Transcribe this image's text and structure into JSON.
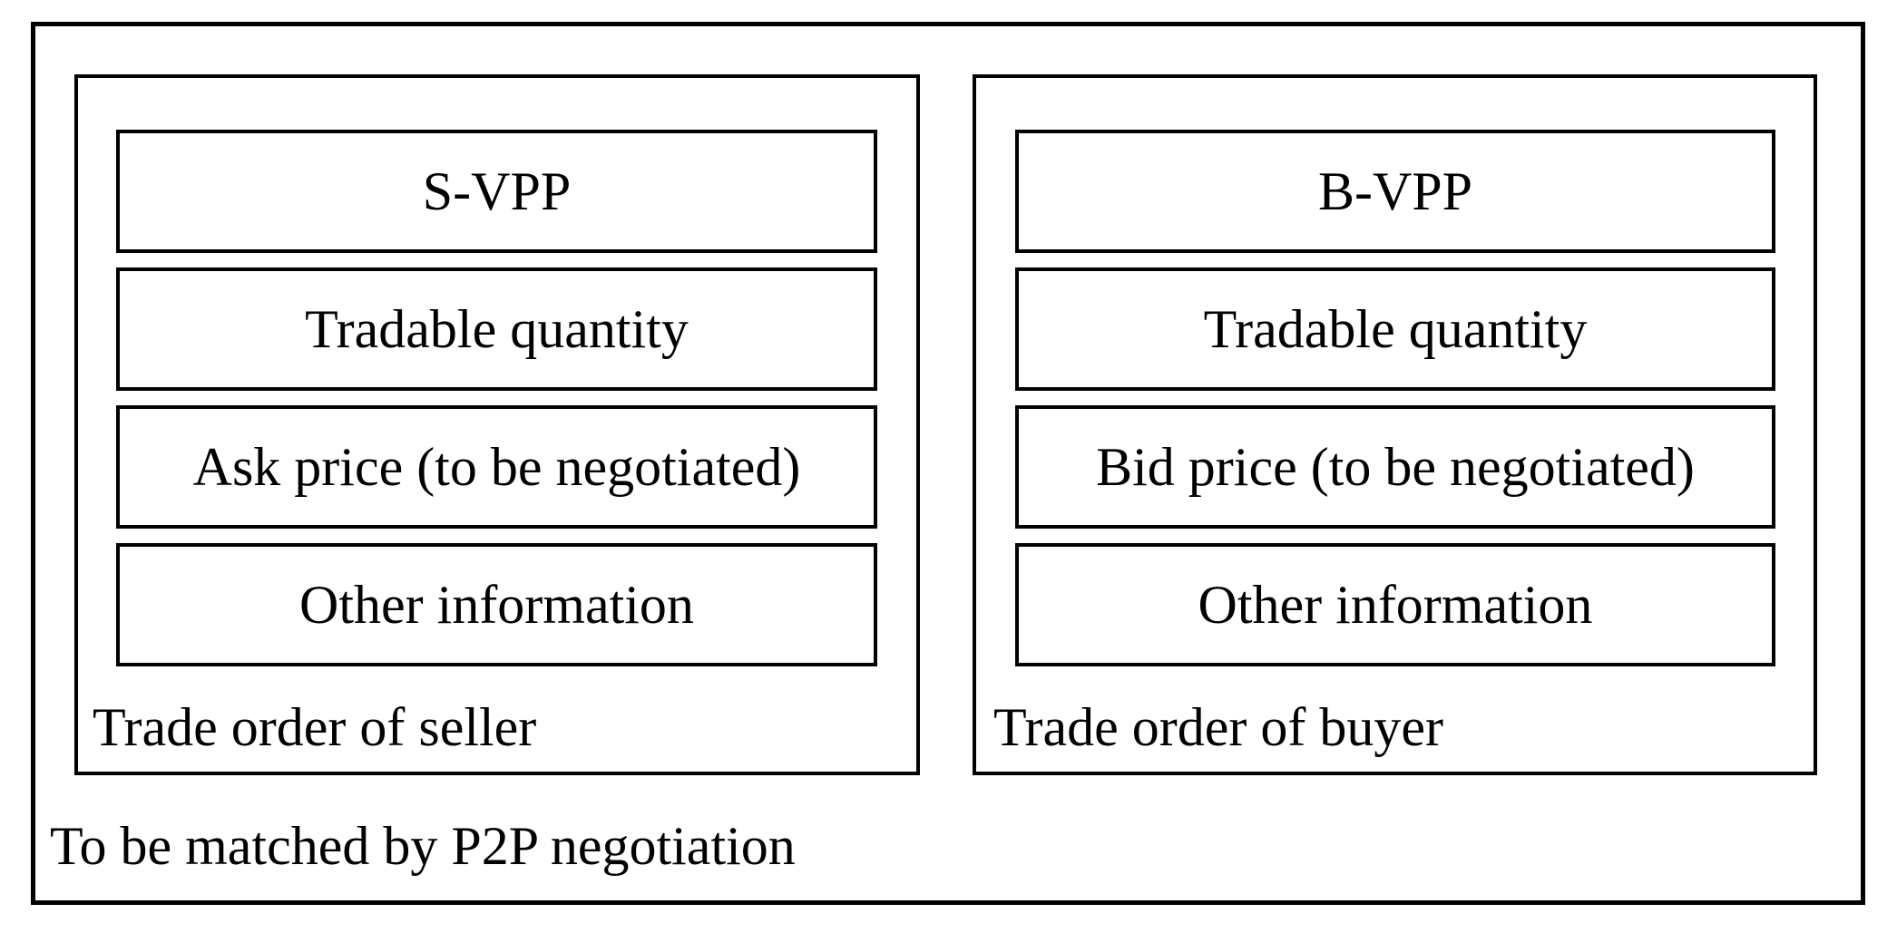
{
  "figure": {
    "outer_label": "To be matched by P2P negotiation",
    "seller": {
      "label": "Trade order of seller",
      "fields": [
        "S-VPP",
        "Tradable quantity",
        "Ask price (to be negotiated)",
        "Other information"
      ]
    },
    "buyer": {
      "label": "Trade order of buyer",
      "fields": [
        "B-VPP",
        "Tradable quantity",
        "Bid price (to be negotiated)",
        "Other information"
      ]
    }
  },
  "colors": {
    "background": "#ffffff",
    "border": "#000000",
    "text": "#000000"
  }
}
